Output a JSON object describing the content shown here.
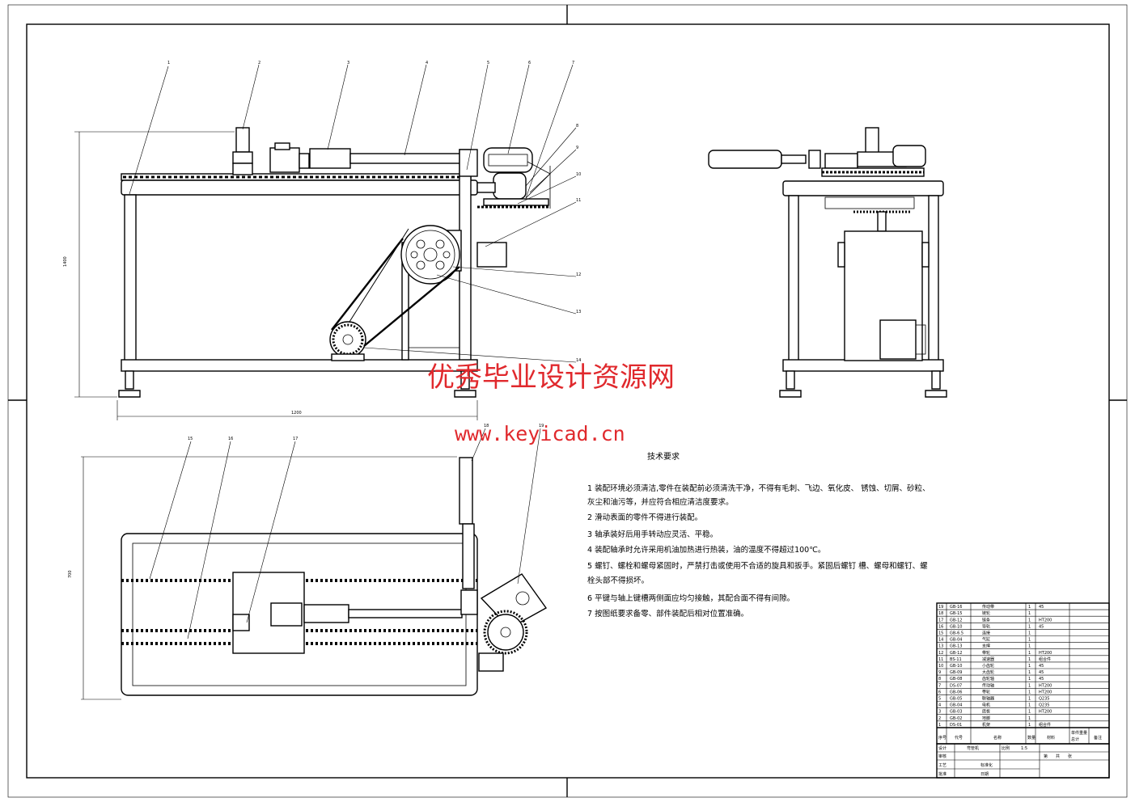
{
  "watermark": {
    "title": "优秀毕业设计资源网",
    "url": "www.keyicad.cn"
  },
  "technical_requirements": {
    "heading": "技术要求",
    "lines": [
      "1 装配环境必须清洁,零件在装配前必须清洗干净，不得有毛刺、飞边、氧化皮、  锈蚀、切屑、砂粒、",
      "灰尘和油污等，并应符合相应清洁度要求。",
      "2 滑动表面的零件不得进行装配。",
      "3 轴承装好后用手转动应灵活、平稳。",
      "4 装配轴承时允许采用机油加热进行热装，油的温度不得超过100℃。",
      "5 螺钉、螺栓和螺母紧固时，严禁打击或使用不合适的旋具和扳手。紧固后螺钉   槽、螺母和螺钉、螺",
      "栓头部不得损坏。",
      "6 平键与轴上键槽两侧面应均匀接触，其配合面不得有间隙。",
      "7 按图纸要求备零、部件装配后相对位置准确。"
    ]
  },
  "dimensions": {
    "height": "1400",
    "width": "1200",
    "depth": "700"
  },
  "balloons": [
    "1",
    "2",
    "3",
    "4",
    "5",
    "6",
    "7",
    "8",
    "9",
    "10",
    "11",
    "12",
    "13",
    "14",
    "15",
    "16",
    "17",
    "18",
    "19"
  ],
  "bom_rows": [
    {
      "no": "19",
      "code": "GB-16",
      "name": "传动带",
      "qty": "1",
      "mat": "45"
    },
    {
      "no": "18",
      "code": "GB-15",
      "name": "链轮",
      "qty": "1",
      "mat": ""
    },
    {
      "no": "17",
      "code": "GB-12",
      "name": "链条",
      "qty": "1",
      "mat": "HT200"
    },
    {
      "no": "16",
      "code": "GB-10",
      "name": "导轨",
      "qty": "1",
      "mat": "45"
    },
    {
      "no": "15",
      "code": "GB-6.5",
      "name": "连接",
      "qty": "1",
      "mat": ""
    },
    {
      "no": "14",
      "code": "GB-04",
      "name": "气缸",
      "qty": "1",
      "mat": ""
    },
    {
      "no": "13",
      "code": "GB-13",
      "name": "支撑",
      "qty": "1",
      "mat": ""
    },
    {
      "no": "12",
      "code": "GB-12",
      "name": "带轮",
      "qty": "1",
      "mat": "HT200"
    },
    {
      "no": "11",
      "code": "BS-11",
      "name": "减速器",
      "qty": "1",
      "mat": "组合件"
    },
    {
      "no": "10",
      "code": "GB-10",
      "name": "小齿轮",
      "qty": "1",
      "mat": "45"
    },
    {
      "no": "9",
      "code": "GB-09",
      "name": "大齿轮",
      "qty": "1",
      "mat": "45"
    },
    {
      "no": "8",
      "code": "GB-08",
      "name": "齿轮轴",
      "qty": "1",
      "mat": "45"
    },
    {
      "no": "7",
      "code": "DS-07",
      "name": "传动轴",
      "qty": "1",
      "mat": "HT200"
    },
    {
      "no": "6",
      "code": "GB-06",
      "name": "带轮",
      "qty": "1",
      "mat": "HT200"
    },
    {
      "no": "5",
      "code": "GB-05",
      "name": "联轴器",
      "qty": "1",
      "mat": "Q235"
    },
    {
      "no": "4",
      "code": "GB-04",
      "name": "电机",
      "qty": "1",
      "mat": "Q235"
    },
    {
      "no": "3",
      "code": "GB-03",
      "name": "底板",
      "qty": "1",
      "mat": "HT200"
    },
    {
      "no": "2",
      "code": "GB-02",
      "name": "地脚",
      "qty": "1",
      "mat": ""
    },
    {
      "no": "1",
      "code": "DS-01",
      "name": "机架",
      "qty": "1",
      "mat": "组合件"
    }
  ],
  "bom_header": [
    "序号",
    "代号",
    "名称",
    "数量",
    "材料",
    "单件",
    "总计",
    "备注"
  ],
  "bom_header_extra": "重量",
  "title_block": {
    "name": "弯管机",
    "design": "设计",
    "check": "审核",
    "craft": "工艺",
    "approve": "批准",
    "standard": "标准化",
    "date": "日期",
    "scale": "比例",
    "scale_val": "1:5",
    "sheet": "第",
    "sheets": "共",
    "page_unit": "张"
  }
}
